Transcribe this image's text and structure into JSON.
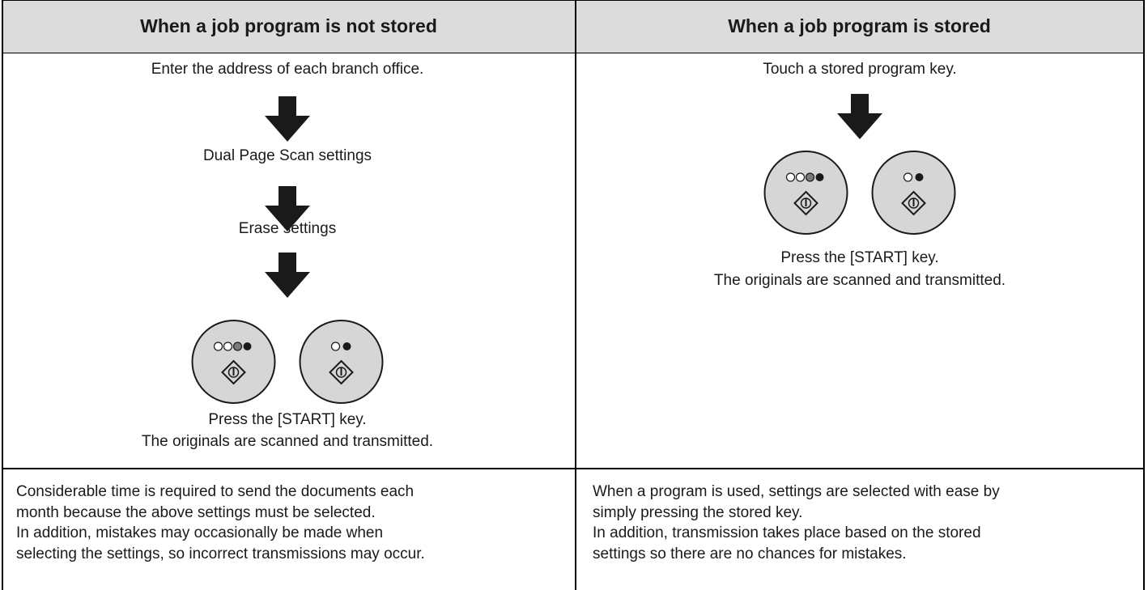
{
  "header": {
    "left": "When a job program is not stored",
    "right": "When a job program is stored"
  },
  "left_flow": {
    "step1": "Enter the address of each branch office.",
    "step2": "Dual Page Scan settings",
    "step3": "Erase settings",
    "caption_line1": "Press the [START] key.",
    "caption_line2": "The originals are scanned and transmitted."
  },
  "right_flow": {
    "step1": "Touch a stored program key.",
    "caption_line1": "Press the [START] key.",
    "caption_line2": "The originals are scanned and transmitted."
  },
  "left_note": [
    "Considerable time is required to send the documents each",
    "month because the above settings must be selected.",
    "In addition, mistakes may occasionally be made when",
    "selecting the settings, so incorrect transmissions may occur."
  ],
  "right_note": [
    "When a program is used, settings are selected with ease by",
    "simply pressing the stored key.",
    "In addition, transmission takes place based on the stored",
    "settings so there are no chances for mistakes."
  ],
  "icons": {
    "arrow": "down-arrow-icon",
    "color_start": "color-start-key-icon",
    "bw_start": "bw-start-key-icon"
  }
}
